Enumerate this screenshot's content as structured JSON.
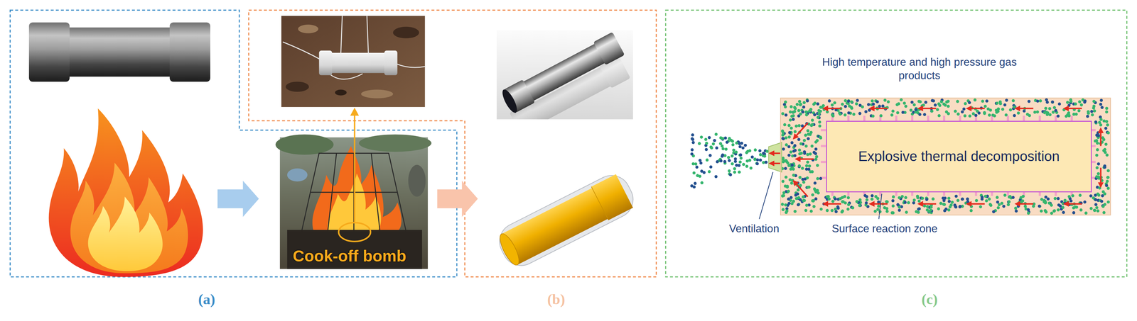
{
  "diagram": {
    "nodes": [
      {
        "text": [
          "High temperature and high pressure gas products"
        ]
      },
      {
        "text": [
          "Explosive thermal decomposition"
        ],
        "in": 0
      }
    ],
    "labels": [
      "Cook-off bomb",
      "(a)",
      "(b)",
      "Ventilation",
      "Surface reaction zone",
      "(c)"
    ]
  }
}
